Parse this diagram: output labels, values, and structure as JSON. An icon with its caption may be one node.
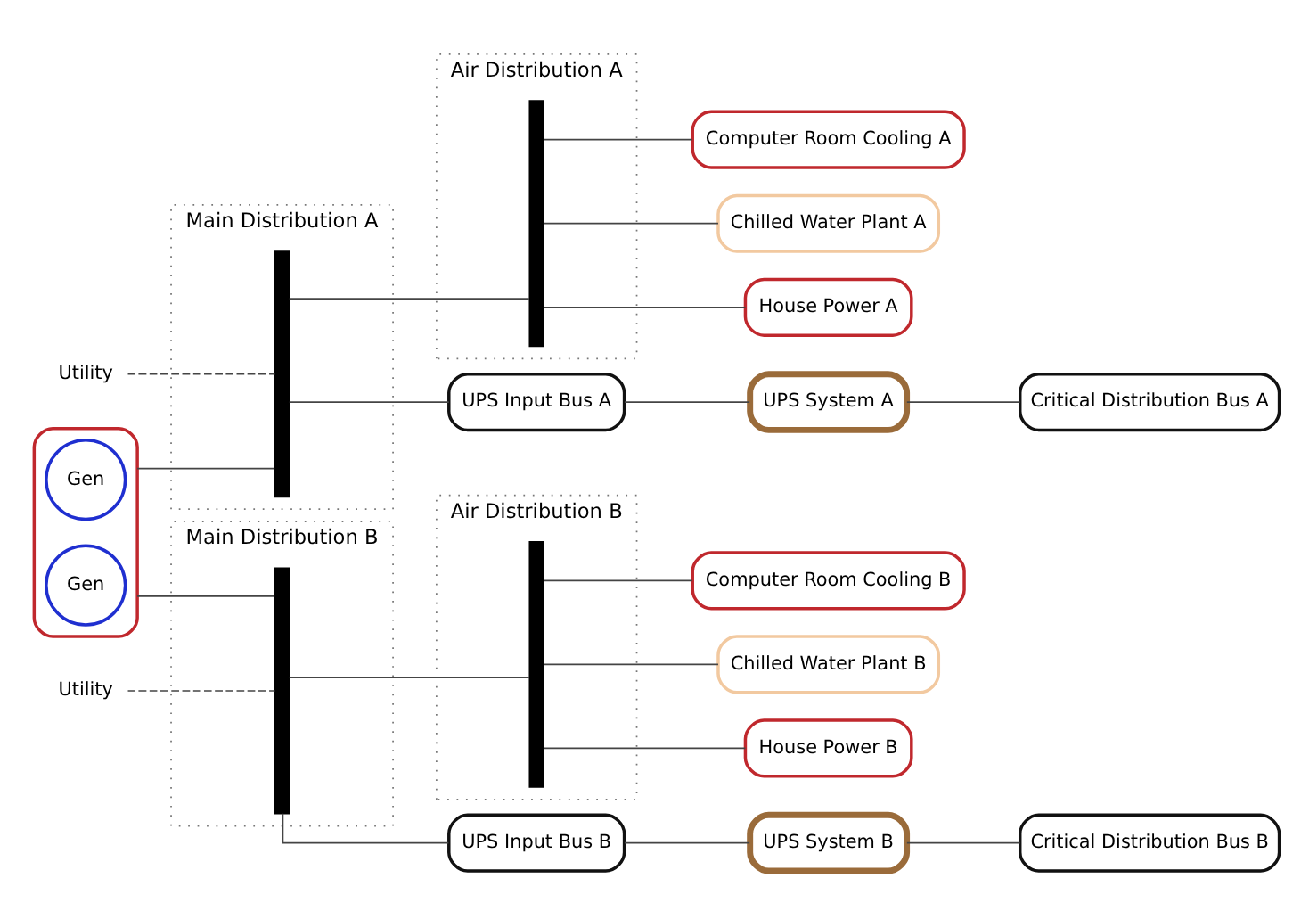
{
  "diagram": {
    "nodes": [
      {
        "text": [],
        "shape": "box"
      },
      {
        "text": [
          "Gen"
        ],
        "in": 0
      },
      {
        "text": [
          "Gen"
        ],
        "in": 0
      },
      {
        "text": [
          "Main Distribution A"
        ]
      },
      {
        "text": [],
        "shape": "bar",
        "in": 3
      },
      {
        "text": [
          "Air Distribution A"
        ]
      },
      {
        "text": [],
        "shape": "bar",
        "in": 5
      },
      {
        "text": [
          "Utility"
        ]
      },
      {
        "text": [
          "Computer Room Cooling A"
        ]
      },
      {
        "text": [
          "Chilled Water Plant A"
        ]
      },
      {
        "text": [
          "House Power A"
        ]
      },
      {
        "text": [
          "UPS Input Bus A"
        ]
      },
      {
        "text": [
          "UPS System A"
        ]
      },
      {
        "text": [
          "Critical Distribution Bus A"
        ]
      },
      {
        "text": [
          "Main Distribution B"
        ]
      },
      {
        "text": [],
        "shape": "bar",
        "in": 14
      },
      {
        "text": [
          "Air Distribution B"
        ]
      },
      {
        "text": [],
        "shape": "bar",
        "in": 16
      },
      {
        "text": [
          "Utility"
        ]
      },
      {
        "text": [
          "Computer Room Cooling B"
        ]
      },
      {
        "text": [
          "Chilled Water Plant B"
        ]
      },
      {
        "text": [
          "House Power B"
        ]
      },
      {
        "text": [
          "UPS Input Bus B"
        ]
      },
      {
        "text": [
          "UPS System B"
        ]
      },
      {
        "text": [
          "Critical Distribution Bus B"
        ]
      }
    ],
    "edges": [
      {
        "from": 0,
        "to": 4,
        "arrow": "none"
      },
      {
        "from": 7,
        "to": 4,
        "arrow": "none",
        "style": "dashed"
      },
      {
        "from": 4,
        "to": 6,
        "arrow": "none"
      },
      {
        "from": 6,
        "to": 8,
        "arrow": "none"
      },
      {
        "from": 6,
        "to": 9,
        "arrow": "none"
      },
      {
        "from": 6,
        "to": 10,
        "arrow": "none"
      },
      {
        "from": 4,
        "to": 11,
        "arrow": "none"
      },
      {
        "from": 11,
        "to": 12,
        "arrow": "none"
      },
      {
        "from": 12,
        "to": 13,
        "arrow": "none"
      },
      {
        "from": 0,
        "to": 15,
        "arrow": "none"
      },
      {
        "from": 18,
        "to": 15,
        "arrow": "none",
        "style": "dashed"
      },
      {
        "from": 15,
        "to": 17,
        "arrow": "none"
      },
      {
        "from": 17,
        "to": 19,
        "arrow": "none"
      },
      {
        "from": 17,
        "to": 20,
        "arrow": "none"
      },
      {
        "from": 17,
        "to": 21,
        "arrow": "none"
      },
      {
        "from": 15,
        "to": 22,
        "arrow": "none"
      },
      {
        "from": 22,
        "to": 23,
        "arrow": "none"
      },
      {
        "from": 23,
        "to": 24,
        "arrow": "none"
      }
    ]
  }
}
